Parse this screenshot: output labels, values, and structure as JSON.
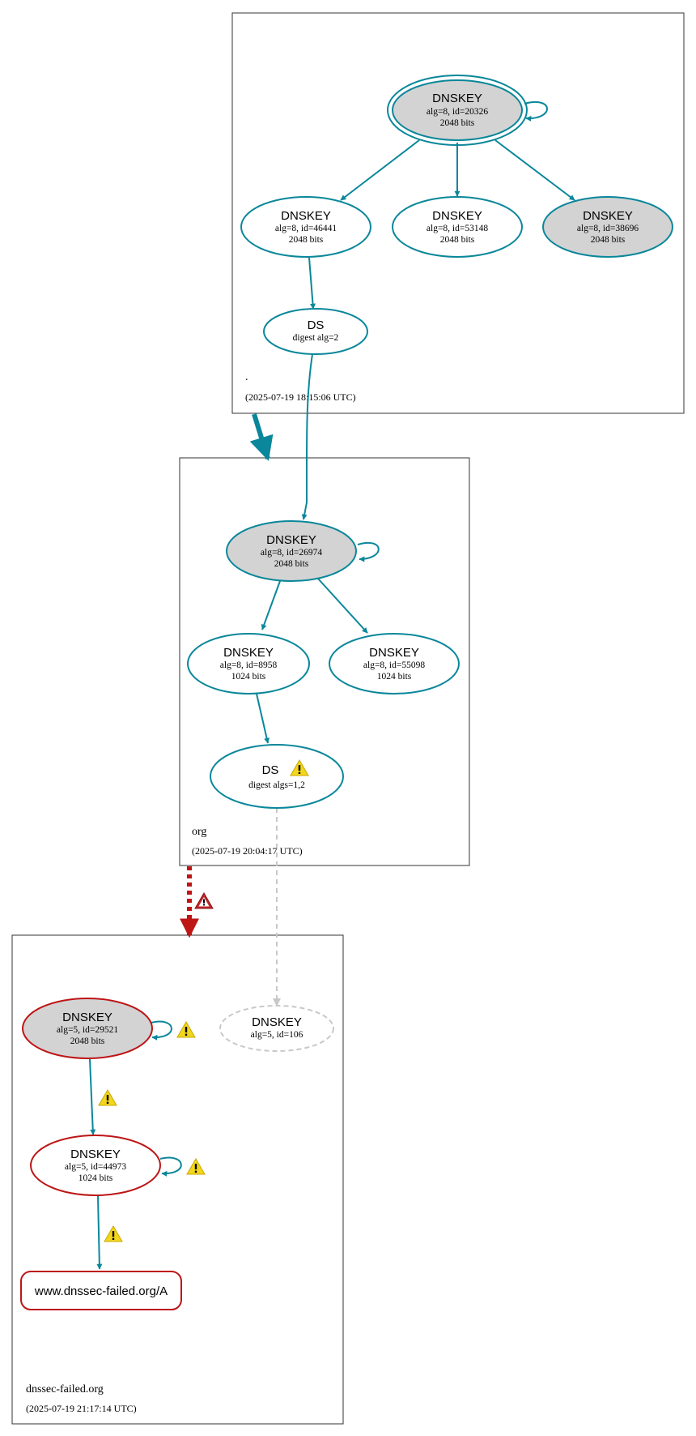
{
  "colors": {
    "teal": "#0a879a",
    "red": "#be1515",
    "gray_fill": "#d3d3d3",
    "dashed_gray": "#c8c8c8",
    "warn_yellow": "#f2d61f"
  },
  "zones": {
    "root": {
      "name": ".",
      "time": "(2025-07-19 18:15:06 UTC)"
    },
    "org": {
      "name": "org",
      "time": "(2025-07-19 20:04:17 UTC)"
    },
    "failed": {
      "name": "dnssec-failed.org",
      "time": "(2025-07-19 21:17:14 UTC)"
    }
  },
  "nodes": {
    "root_ksk": {
      "title": "DNSKEY",
      "line1": "alg=8, id=20326",
      "line2": "2048 bits"
    },
    "root_zsk1": {
      "title": "DNSKEY",
      "line1": "alg=8, id=46441",
      "line2": "2048 bits"
    },
    "root_zsk2": {
      "title": "DNSKEY",
      "line1": "alg=8, id=53148",
      "line2": "2048 bits"
    },
    "root_zsk3": {
      "title": "DNSKEY",
      "line1": "alg=8, id=38696",
      "line2": "2048 bits"
    },
    "root_ds": {
      "title": "DS",
      "line1": "digest alg=2"
    },
    "org_ksk": {
      "title": "DNSKEY",
      "line1": "alg=8, id=26974",
      "line2": "2048 bits"
    },
    "org_zsk1": {
      "title": "DNSKEY",
      "line1": "alg=8, id=8958",
      "line2": "1024 bits"
    },
    "org_zsk2": {
      "title": "DNSKEY",
      "line1": "alg=8, id=55098",
      "line2": "1024 bits"
    },
    "org_ds": {
      "title": "DS",
      "line1": "digest algs=1,2"
    },
    "f_ksk": {
      "title": "DNSKEY",
      "line1": "alg=5, id=29521",
      "line2": "2048 bits"
    },
    "f_missing": {
      "title": "DNSKEY",
      "line1": "alg=5, id=106"
    },
    "f_zsk": {
      "title": "DNSKEY",
      "line1": "alg=5, id=44973",
      "line2": "1024 bits"
    },
    "f_rr": {
      "label": "www.dnssec-failed.org/A"
    }
  }
}
